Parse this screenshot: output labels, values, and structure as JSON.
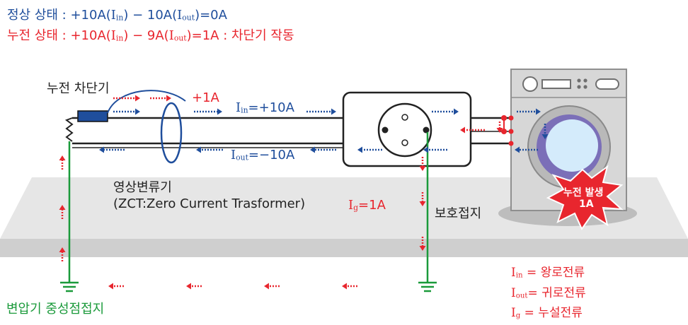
{
  "header": {
    "normal": {
      "label": "정상 상태 : +10A(",
      "in_sym": "I",
      "in_sub": "in",
      "mid": ") − 10A(",
      "out_sym": "I",
      "out_sub": "out",
      "end": ")=0A",
      "color": "#1f4e9c"
    },
    "leak": {
      "label": "누전 상태 : +10A(",
      "in_sym": "I",
      "in_sub": "in",
      "mid": ") − 9A(",
      "out_sym": "I",
      "out_sub": "out",
      "end": ")=1A : 차단기 작동",
      "color": "#e8262e"
    }
  },
  "labels": {
    "breaker": "누전 차단기",
    "plus1a": "+1A",
    "iin_sym": "I",
    "iin_sub": "in",
    "iin_val": "=+10A",
    "iout_sym": "I",
    "iout_sub": "out",
    "iout_val": "=−10A",
    "zct_name": "영상변류기",
    "zct_full": "(ZCT:Zero Current Trasformer)",
    "ig_sym": "I",
    "ig_sub": "g",
    "ig_val": "=1A",
    "protective_ground": "보호접지",
    "leak_burst_line1": "누전 발생",
    "leak_burst_line2": "1A",
    "transformer_ground": "변압기 중성점접지"
  },
  "legend": [
    {
      "sym": "I",
      "sub": "in",
      "text": " = 왕로전류"
    },
    {
      "sym": "I",
      "sub": "out",
      "text": "= 귀로전류"
    },
    {
      "sym": "I",
      "sub": "g",
      "text": " = 누설전류"
    }
  ],
  "colors": {
    "blue": "#1f4e9c",
    "red": "#e8262e",
    "green": "#1a9a3a",
    "floor": "#e6e6e6",
    "floor_shadow": "#cfcfcf",
    "dark": "#222222"
  }
}
